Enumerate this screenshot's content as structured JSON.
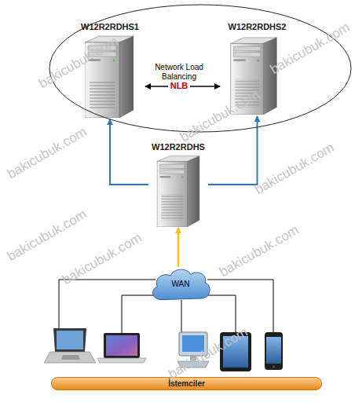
{
  "diagram": {
    "nodes": [
      {
        "text": [
          "Network Load Balancing",
          "NLB"
        ]
      },
      {
        "text": [
          "W12R2RDHS1"
        ],
        "in": 0
      },
      {
        "text": [
          "W12R2RDHS2"
        ],
        "in": 0
      },
      {
        "text": [
          "W12R2RDHS"
        ]
      },
      {
        "text": [
          "WAN"
        ]
      },
      {
        "text": [
          "İstemciler"
        ]
      }
    ],
    "edges": [
      {
        "from": 1,
        "to": 2,
        "arrow": "both"
      },
      {
        "from": 3,
        "to": 1,
        "arrow": "to"
      },
      {
        "from": 3,
        "to": 2,
        "arrow": "to"
      },
      {
        "from": 4,
        "to": 3,
        "arrow": "to"
      }
    ],
    "labels": [
      "bakicubuk.com",
      "bakicubuk.com",
      "bakicubuk.com",
      "bakicubuk.com",
      "bakicubuk.com",
      "bakicubuk.com",
      "bakicubuk.com",
      "bakicubuk.com",
      "bakicubuk.com"
    ]
  }
}
